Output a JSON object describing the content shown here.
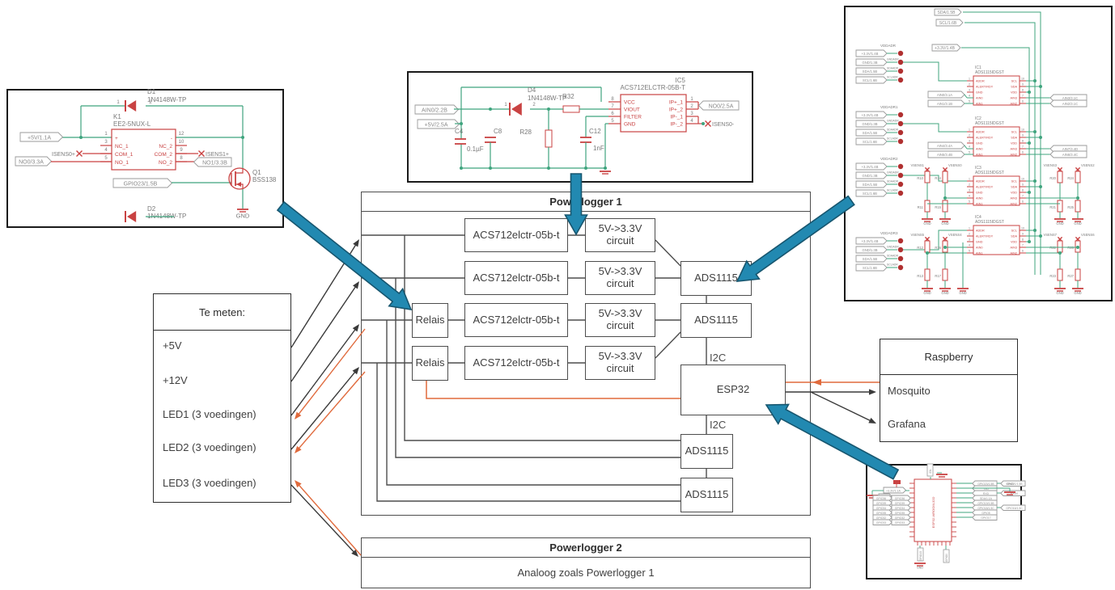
{
  "colors": {
    "wire_green": "#3fa47e",
    "component_red": "#c94242",
    "dark_red": "#b03030",
    "pill_border": "#9a9a9a",
    "pill_text": "#8a8a8a",
    "gray_text": "#7a7a7a",
    "block_border": "#4d4d4d",
    "block_text": "#3f3f3f",
    "orange": "#e06a3c",
    "black_line": "#3a3a3a",
    "blue_arrow": "#2289b1",
    "blue_arrow_border": "#17566f"
  },
  "te_meten": {
    "title": "Te meten:",
    "items": [
      "+5V",
      "+12V",
      "LED1 (3 voedingen)",
      "LED2 (3 voedingen)",
      "LED3 (3 voedingen)"
    ]
  },
  "powerlogger1": {
    "title": "Powerlogger 1",
    "acs": "ACS712elctr-05b-t",
    "conv1": "5V->3.3V",
    "conv2": "circuit",
    "relais": "Relais",
    "ads": "ADS1115",
    "esp": "ESP32",
    "i2c": "I2C"
  },
  "raspberry": {
    "title": "Raspberry",
    "items": [
      "Mosquito",
      "Grafana"
    ]
  },
  "powerlogger2": {
    "title": "Powerlogger 2",
    "subtitle": "Analoog zoals Powerlogger 1"
  },
  "relay_sheet": {
    "d1_ref": "D1",
    "d1_val": "1N4148W-TP",
    "d2_ref": "D2",
    "d2_val": "1N4148W-TP",
    "k1_ref": "K1",
    "k1_val": "EE2-5NUX-L",
    "k1_left": [
      [
        "1",
        "+"
      ],
      [
        "3",
        "NC_1"
      ],
      [
        "4",
        "COM_1"
      ],
      [
        "5",
        "NO_1"
      ]
    ],
    "k1_right": [
      [
        "12",
        "-"
      ],
      [
        "10",
        "NC_2"
      ],
      [
        "9",
        "COM_2"
      ],
      [
        "8",
        "NO_2"
      ]
    ],
    "q1_ref": "Q1",
    "q1_val": "BSS138",
    "lbl_5v": "+5V/1.1A",
    "lbl_isens0": "ISENS0+",
    "lbl_no0": "NO0/3.3A",
    "lbl_isens1": "ISENS1+",
    "lbl_no1": "NO1/3.3B",
    "lbl_gpio": "GPIO23/1.5B",
    "gnd": "GND",
    "dio_pins": [
      "1",
      "2"
    ]
  },
  "acs_sheet": {
    "ic_ref": "IC5",
    "ic_val": "ACS712ELCTR-05B-T",
    "left_pins": [
      [
        "8",
        "VCC"
      ],
      [
        "7",
        "VIOUT"
      ],
      [
        "6",
        "FILTER"
      ],
      [
        "5",
        "GND"
      ]
    ],
    "right_pins": [
      [
        "1",
        "IP+_1"
      ],
      [
        "2",
        "IP+_2"
      ],
      [
        "3",
        "IP-_1"
      ],
      [
        "4",
        "IP-_2"
      ]
    ],
    "d4_ref": "D4",
    "d4_val": "1N4148W-TP",
    "r32": "R32",
    "r28": "R28",
    "c4": "C4",
    "c4_val": "0.1µF",
    "c8": "C8",
    "c12": "C12",
    "c12_val": "1nF",
    "lbl_ain0": "AIN0/2.2B",
    "lbl_5v": "+5V/2.5A",
    "lbl_no0": "NO0/2.5A",
    "lbl_isens0": "ISENS0-",
    "dio_pins": [
      "1",
      "2"
    ]
  },
  "ads_sheet": {
    "top_pills": [
      "SDA/1.5B",
      "SCL/1.6B"
    ],
    "v33": "+3.3V/1.4B",
    "groups": [
      "VDDADR",
      "VDDADR1",
      "VDDADR2",
      "VDDADR3"
    ],
    "group_pills": [
      "+3.3V/1.4B",
      "GND/1.3B",
      "SDA/1.5B",
      "SCL/1.6B"
    ],
    "group_subs": [
      "GNDADR",
      "SDAADR",
      "SCLADR"
    ],
    "ics": [
      [
        "IC1",
        "ADS1115IDGST"
      ],
      [
        "IC2",
        "ADS1115IDGST"
      ],
      [
        "IC3",
        "ADS1115IDGST"
      ],
      [
        "IC4",
        "ADS1115IDGST"
      ]
    ],
    "ic_left_pins": [
      [
        "1",
        "ADDR"
      ],
      [
        "2",
        "ALERT/RDY"
      ],
      [
        "3",
        "GND"
      ],
      [
        "4",
        "AIN0"
      ],
      [
        "5",
        "AIN1"
      ]
    ],
    "ic_right_pins": [
      [
        "10",
        "SCL"
      ],
      [
        "9",
        "SDA"
      ],
      [
        "8",
        "VDD"
      ],
      [
        "7",
        "AIN3"
      ],
      [
        "6",
        "AIN2"
      ]
    ],
    "ain_left": [
      [
        "AIN0/3.1A",
        "AIN1/3.1B"
      ],
      [
        "AIN4/3.4A",
        "AIN5/3.4B"
      ]
    ],
    "ain_right": [
      [
        "AIN3/3.1C",
        "AIN2/3.1C"
      ],
      [
        "AIN7/3.4D",
        "AIN6/3.4C"
      ]
    ],
    "res_left": [
      [
        "R10",
        "R14"
      ],
      [
        "R11",
        "R15"
      ],
      [
        "R12",
        "R16"
      ],
      [
        "R13",
        "R17"
      ]
    ],
    "res_right": [
      [
        "R20",
        "R24"
      ],
      [
        "R21",
        "R25"
      ],
      [
        "R22",
        "R26"
      ],
      [
        "R23",
        "R27"
      ]
    ],
    "vsens_left_top": [
      "VSENS1",
      "VSENS0"
    ],
    "vsens_left_mid": [
      "VSENS5",
      "VSENS4"
    ],
    "vsens_right_top": [
      "VSENS3",
      "VSENS2"
    ],
    "vsens_right_mid": [
      "VSENS7",
      "VSENS6"
    ],
    "gnd": "GND"
  },
  "esp_sheet": {
    "chip": "ESP32-WROOM-32D",
    "left_pills": [
      "GPIO36",
      "GPIO39",
      "GPIO34",
      "GPIO35",
      "GPIO32",
      "GPIO33"
    ],
    "right_pills": [
      "GPIO23/1.5B",
      "TXD",
      "RXD",
      "SDA/1.1A",
      "GPIO19/1.5B",
      "GPIO18/1.5C",
      "GPIO5",
      "GPIO17"
    ],
    "right_pills2": [
      "GPIO21/1.5B",
      "RXD0",
      "GPIO16/1.5C"
    ],
    "top_pill": "EN",
    "v33": "+3.3V/1.1A",
    "gnd": "GND",
    "bottom_pills": [
      "GPIO15",
      "GPIO0"
    ]
  }
}
